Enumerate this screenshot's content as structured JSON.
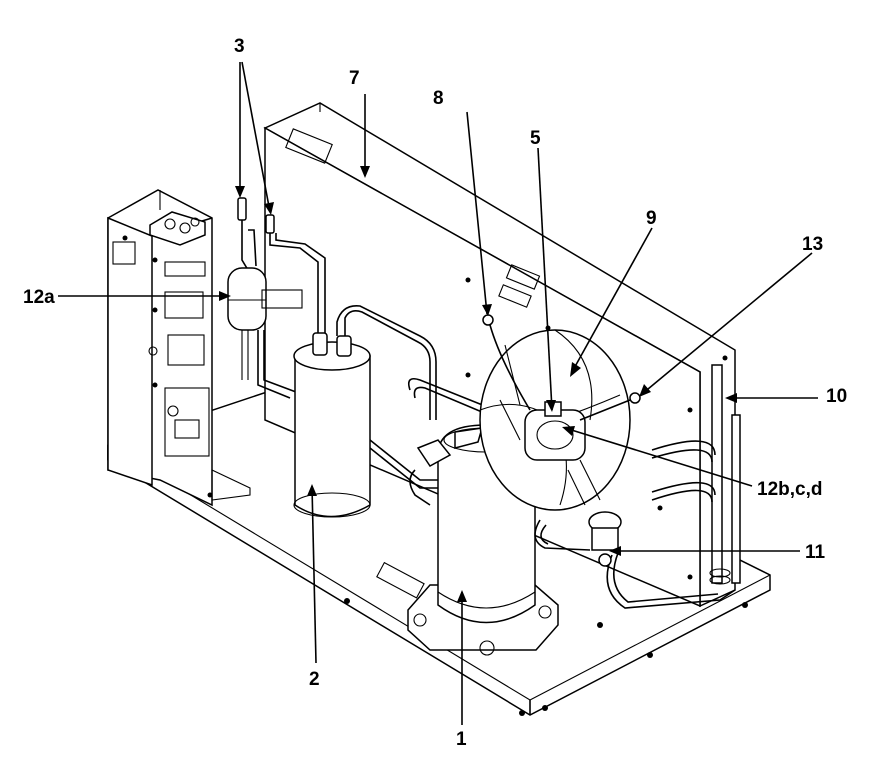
{
  "diagram": {
    "callouts": [
      {
        "id": "c1",
        "text": "1"
      },
      {
        "id": "c2",
        "text": "2"
      },
      {
        "id": "c3",
        "text": "3"
      },
      {
        "id": "c5",
        "text": "5"
      },
      {
        "id": "c7",
        "text": "7"
      },
      {
        "id": "c8",
        "text": "8"
      },
      {
        "id": "c9",
        "text": "9"
      },
      {
        "id": "c10",
        "text": "10"
      },
      {
        "id": "c11",
        "text": "11"
      },
      {
        "id": "c12a",
        "text": "12a"
      },
      {
        "id": "c12bcd",
        "text": "12b,c,d"
      },
      {
        "id": "c13",
        "text": "13"
      }
    ],
    "colors": {
      "ink": "#000000",
      "paper": "#ffffff"
    }
  }
}
